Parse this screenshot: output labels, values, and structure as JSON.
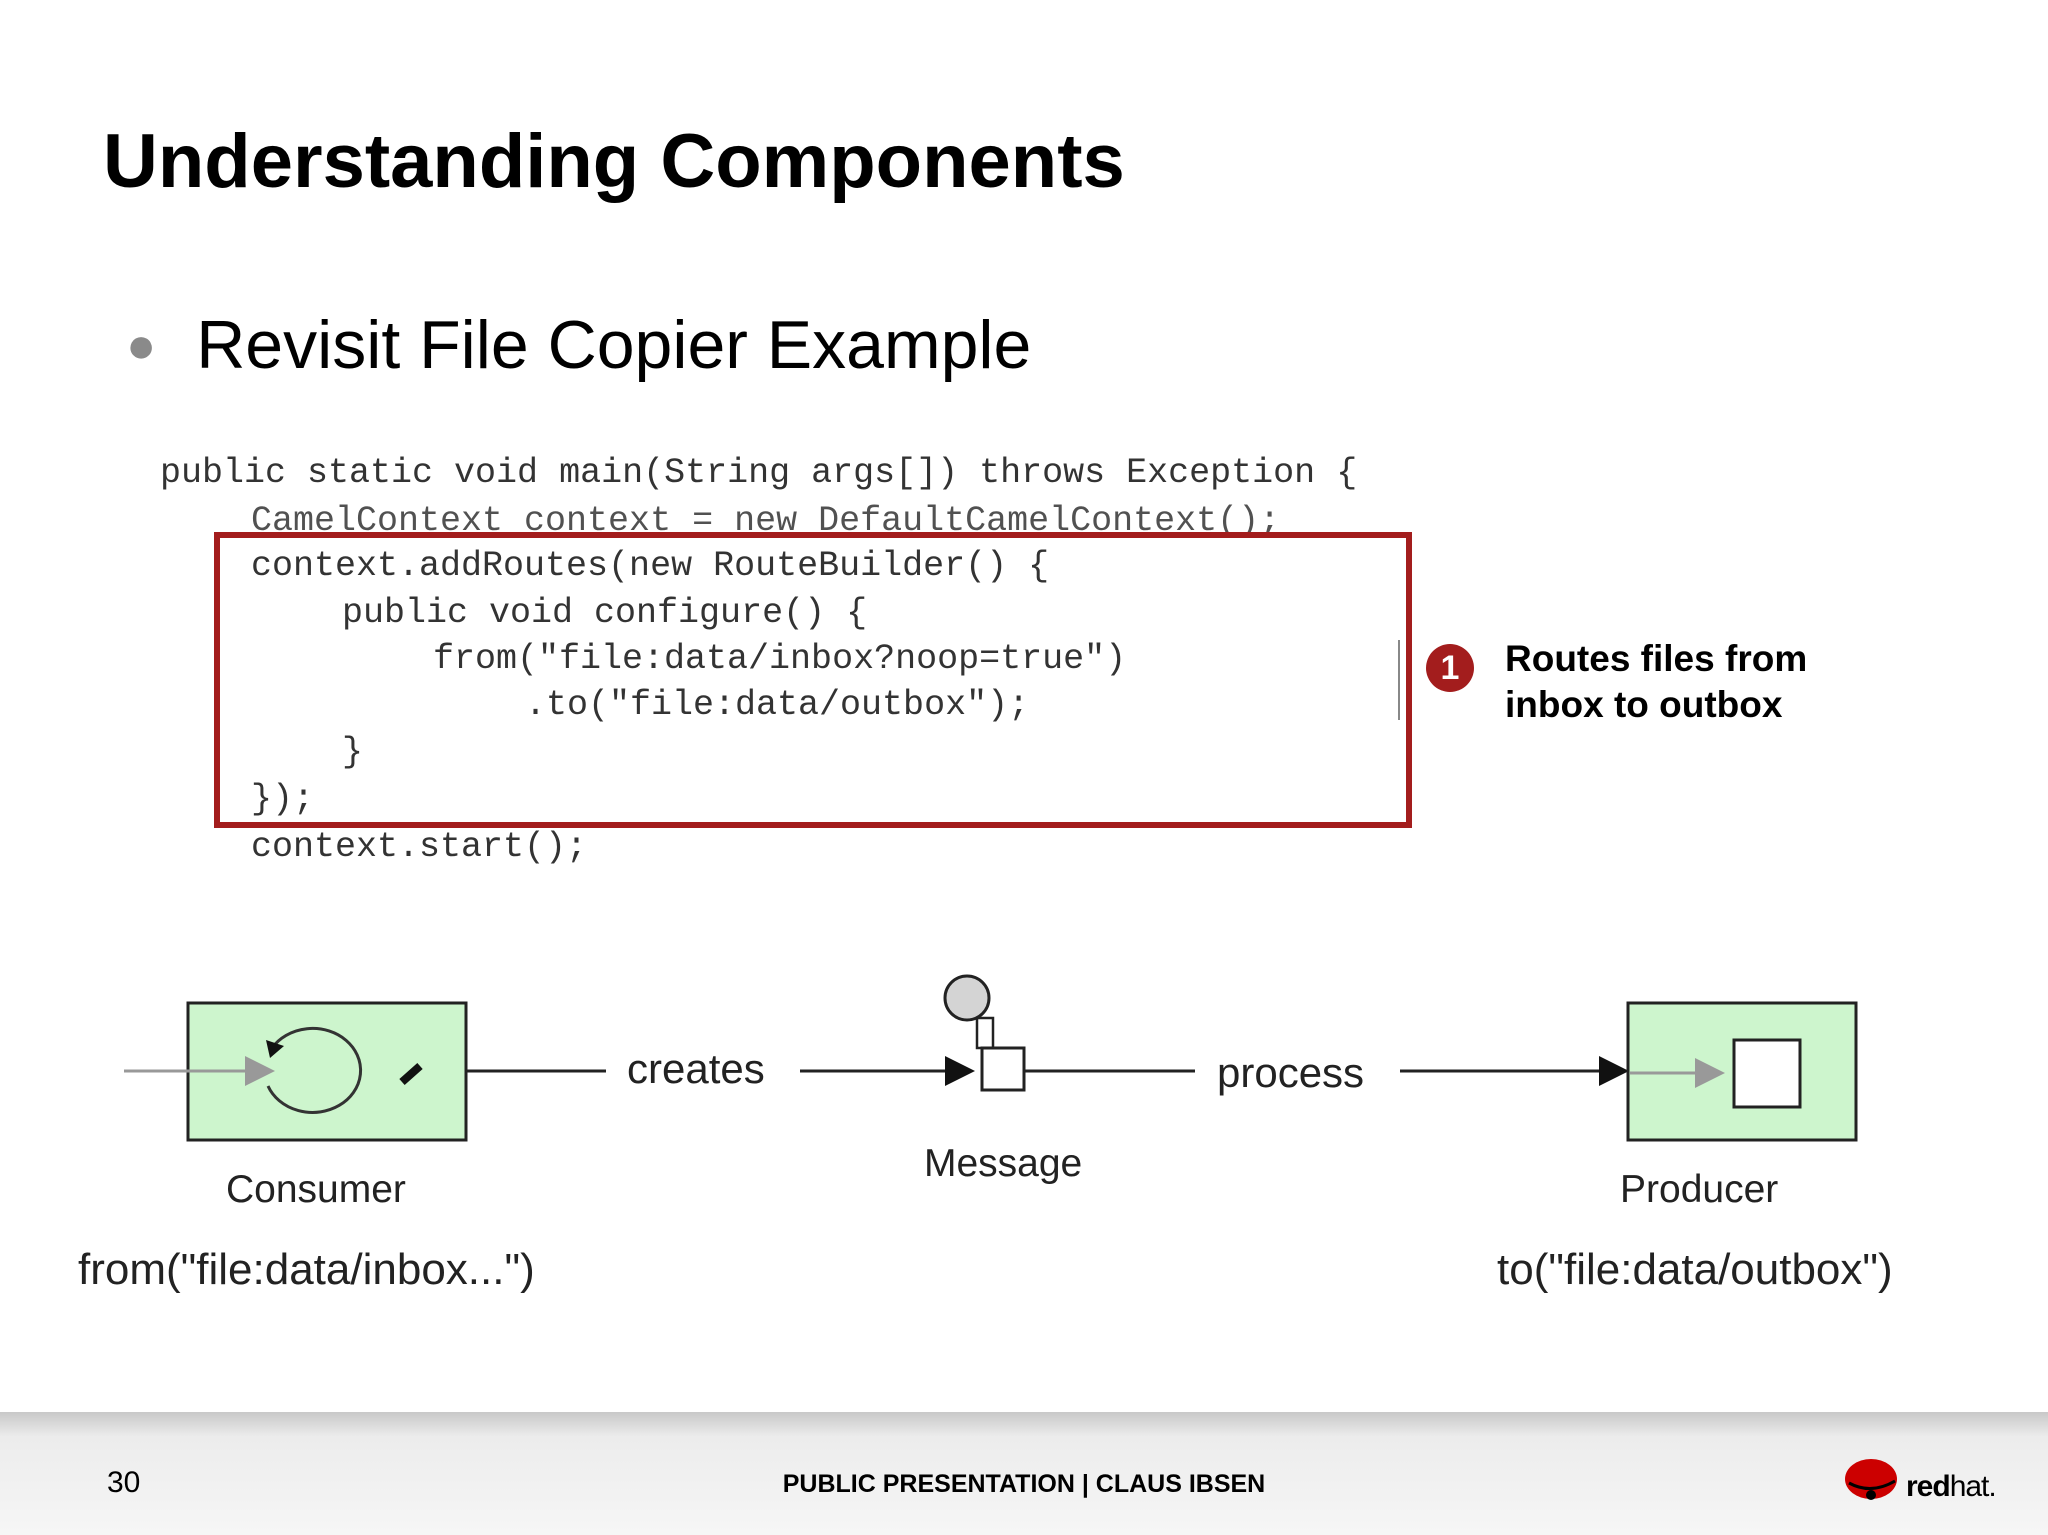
{
  "slide": {
    "title": "Understanding Components",
    "bullet": "Revisit File Copier Example",
    "page_number": "30",
    "footer": "PUBLIC PRESENTATION | CLAUS IBSEN",
    "brand": {
      "prefix": "red",
      "suffix": "hat."
    }
  },
  "code": {
    "lines": [
      "public static void main(String args[]) throws Exception {",
      "CamelContext context = new DefaultCamelContext();",
      "context.addRoutes(new RouteBuilder() {",
      "public void configure() {",
      "from(\"file:data/inbox?noop=true\")",
      ".to(\"file:data/outbox\");",
      "}",
      "});",
      "context.start();"
    ]
  },
  "callout": {
    "number": "1",
    "line1": "Routes files from",
    "line2": "inbox to outbox"
  },
  "flow": {
    "creates": "creates",
    "process": "process",
    "message": "Message",
    "consumer": "Consumer",
    "producer": "Producer",
    "consumer_uri": "from(\"file:data/inbox...\")",
    "producer_uri": "to(\"file:data/outbox\")"
  },
  "colors": {
    "accent_red": "#a31d1d",
    "endpoint_fill": "#cdf5cd"
  }
}
